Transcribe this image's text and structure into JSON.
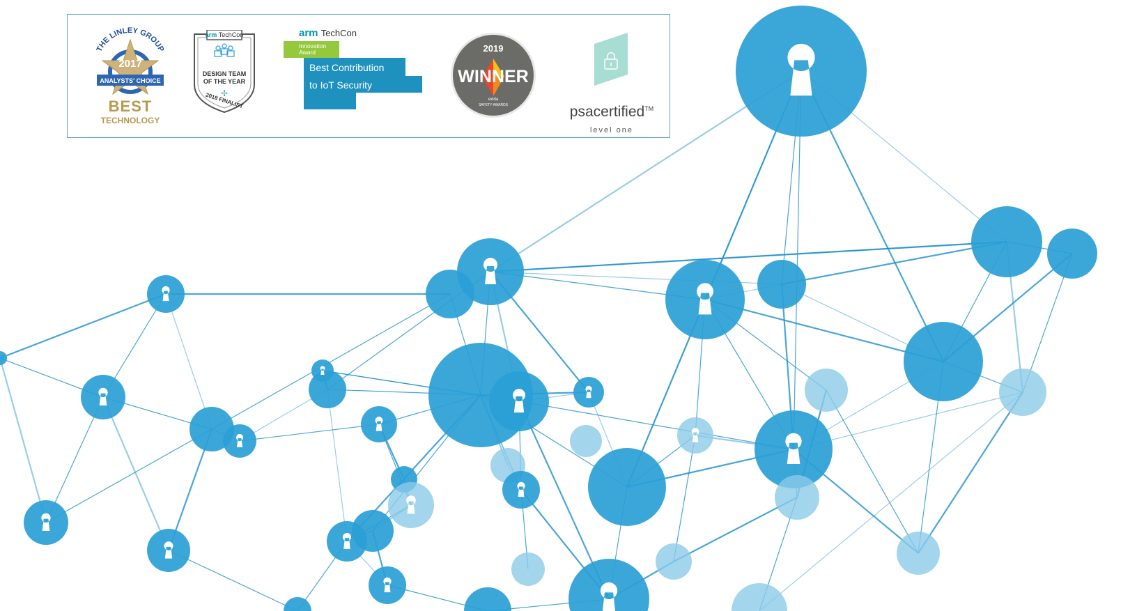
{
  "awards": {
    "linley": {
      "arc_text": "THE LINLEY GROUP",
      "year": "2017",
      "ribbon": "ANALYSTS' CHOICE",
      "best": "BEST",
      "technology": "TECHNOLOGY"
    },
    "finalist": {
      "logo_arm": "arm",
      "logo_techcon": "TechCon",
      "line1": "DESIGN TEAM",
      "line2": "OF THE YEAR",
      "bottom": "2018 FINALIST"
    },
    "arm_techcon": {
      "logo_arm": "arm",
      "logo_techcon": "TechCon",
      "innovation_line1": "Innovation",
      "innovation_line2": "Award",
      "title_line1": "Best Contribution",
      "title_line2": "to IoT Security"
    },
    "exida": {
      "year": "2019",
      "word": "WINNER",
      "brand": "exida",
      "sub": "SAFETY AWARDS"
    },
    "psa": {
      "brand_prefix": "psa",
      "brand_suffix": "certified",
      "tm": "TM",
      "level": "level one"
    }
  },
  "colors": {
    "node": "#2a9fd6",
    "node_light": "#8ccbe8",
    "line": "#1b8fcf",
    "panel_border": "#5f9fd0",
    "gold": "#b9974f",
    "arm_blue": "#0091bd",
    "innovation_green": "#95c93d",
    "psa_teal": "#a8ddd4"
  }
}
